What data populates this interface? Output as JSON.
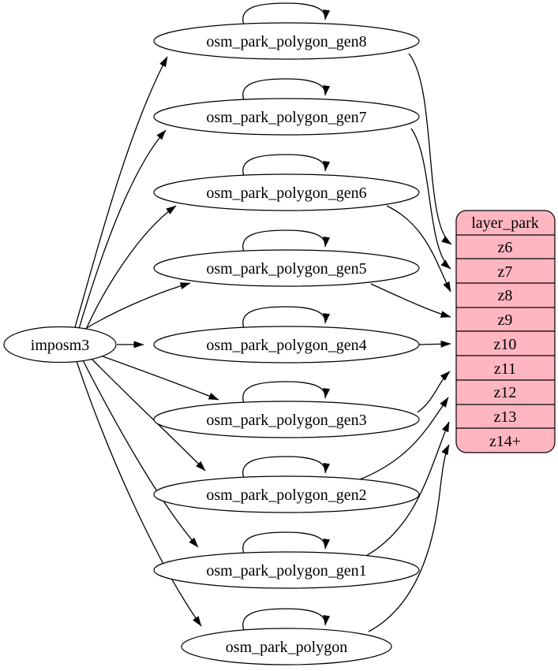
{
  "diagram": {
    "kind": "dependency-graph",
    "background": "#ffffff",
    "edge_color": "#000000",
    "node_fill": "#ffffff",
    "node_stroke": "#000000",
    "record_fill": "#ffb6c1"
  },
  "source": {
    "label": "imposm3"
  },
  "tables": [
    {
      "label": "osm_park_polygon_gen8",
      "target_zoom": "z6"
    },
    {
      "label": "osm_park_polygon_gen7",
      "target_zoom": "z7"
    },
    {
      "label": "osm_park_polygon_gen6",
      "target_zoom": "z8"
    },
    {
      "label": "osm_park_polygon_gen5",
      "target_zoom": "z9"
    },
    {
      "label": "osm_park_polygon_gen4",
      "target_zoom": "z10"
    },
    {
      "label": "osm_park_polygon_gen3",
      "target_zoom": "z11"
    },
    {
      "label": "osm_park_polygon_gen2",
      "target_zoom": "z12"
    },
    {
      "label": "osm_park_polygon_gen1",
      "target_zoom": "z13"
    },
    {
      "label": "osm_park_polygon",
      "target_zoom": "z14+"
    }
  ],
  "layer": {
    "title": "layer_park",
    "rows": [
      "z6",
      "z7",
      "z8",
      "z9",
      "z10",
      "z11",
      "z12",
      "z13",
      "z14+"
    ]
  }
}
